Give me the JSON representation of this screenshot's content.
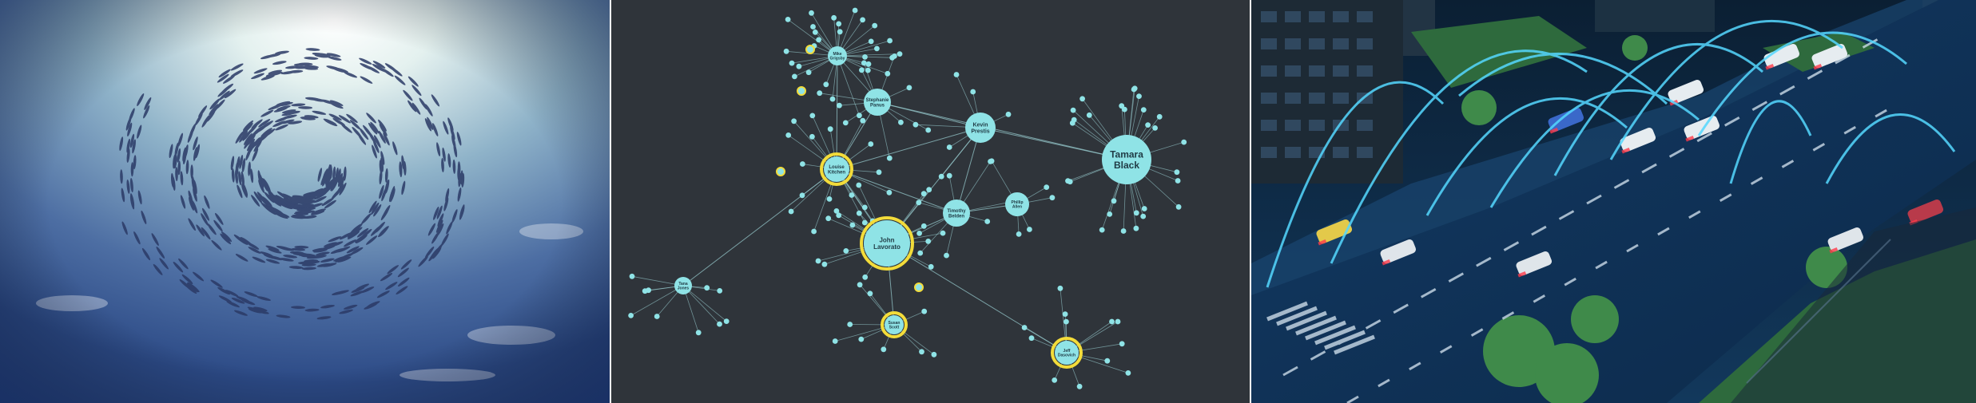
{
  "panels": [
    {
      "id": "fish-school"
    },
    {
      "id": "network-graph"
    },
    {
      "id": "smart-city"
    }
  ],
  "graph": {
    "colors": {
      "background": "#2f343a",
      "node": "#8fe3e6",
      "edge": "#9bd0d3",
      "highlight": "#f3dc3a"
    },
    "labels": {
      "tamara": [
        "Tamara",
        "Black"
      ],
      "kevin": [
        "Kevin",
        "Prestis"
      ],
      "john": [
        "John",
        "Lavorato"
      ],
      "timothy": [
        "Timothy",
        "Belden"
      ],
      "louise": [
        "Louise",
        "Kitchen"
      ],
      "stephanie": [
        "Stephanie",
        "Panus"
      ],
      "phillip": [
        "Phillip",
        "Allen"
      ],
      "jeff": [
        "Jeff",
        "Dasovich"
      ],
      "susan": [
        "Susan",
        "Scott"
      ],
      "mike": [
        "Mike",
        "Grigsby"
      ],
      "tana": [
        "Tana",
        "Jones"
      ]
    }
  },
  "city": {
    "colors": {
      "road": "#0e2a4a",
      "signal": "#55d8ff"
    }
  }
}
